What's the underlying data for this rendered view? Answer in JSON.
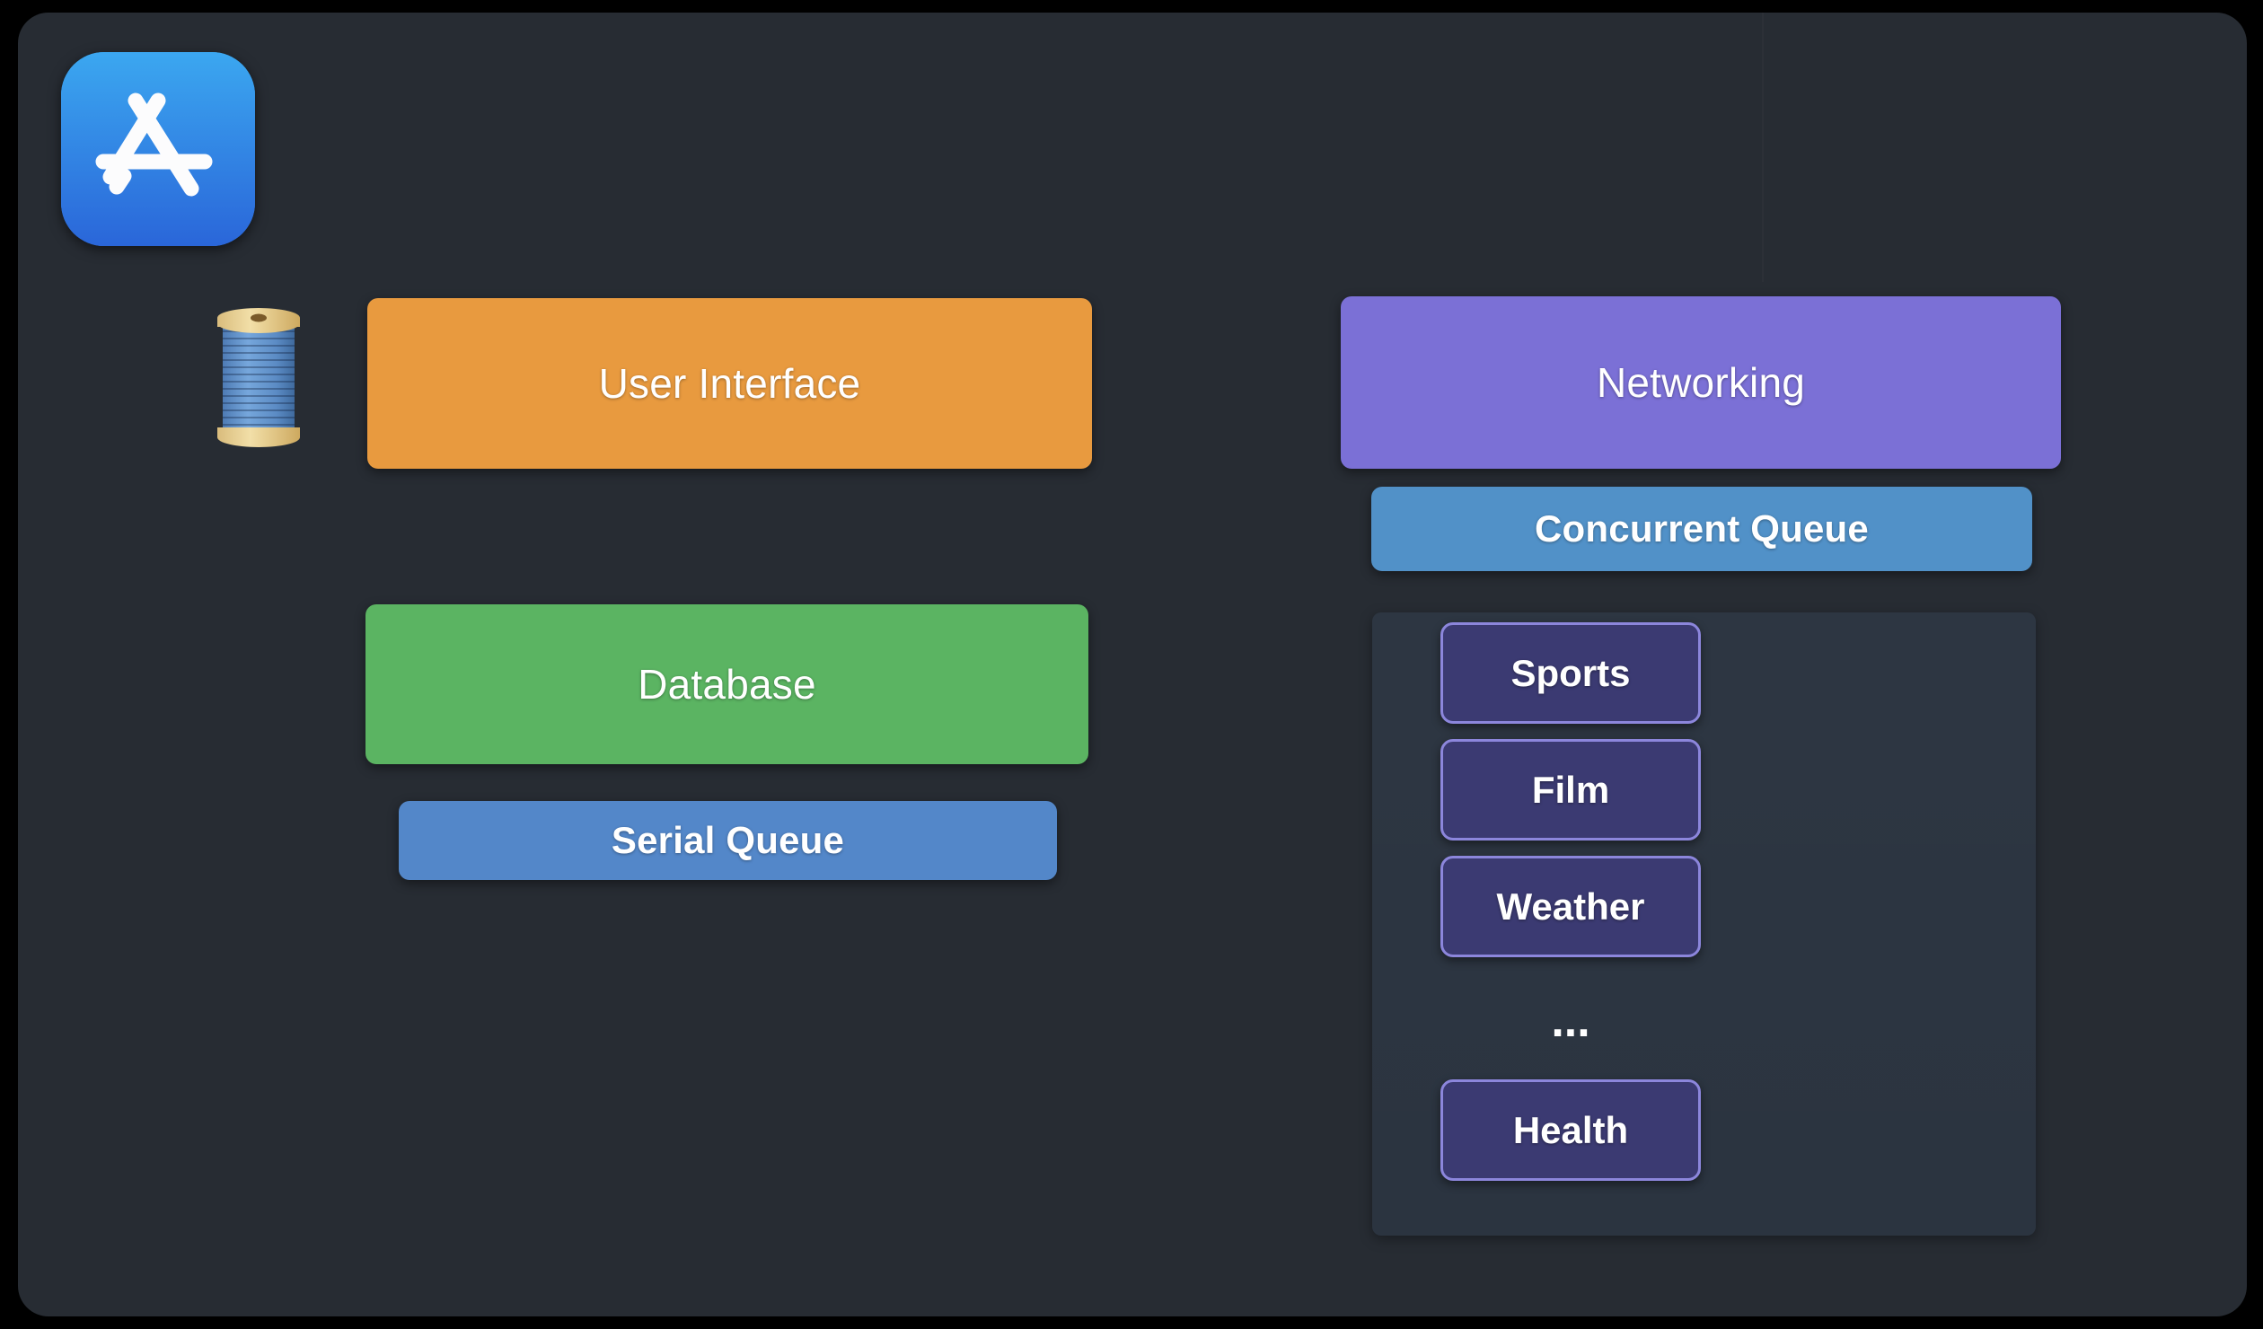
{
  "app": {
    "icon_name": "app-store-icon"
  },
  "legend": {
    "thread_icon_name": "thread-spool-emoji"
  },
  "colors": {
    "canvas_background": "#272C33",
    "outer_frame": "#000000",
    "user_interface": "#E89A3F",
    "database": "#5BB462",
    "serial_queue": "#5387C9",
    "networking": "#7B70D6",
    "concurrent_queue": "#5191C8",
    "task_panel": "#2B3440",
    "task_chip_fill": "#3B3A72",
    "task_chip_border": "#8C86DC",
    "text": "#FFFFFF"
  },
  "left_column": {
    "components": [
      {
        "label": "User Interface",
        "color": "#E89A3F"
      },
      {
        "label": "Database",
        "color": "#5BB462"
      }
    ],
    "queue": {
      "label": "Serial Queue",
      "color": "#5387C9"
    }
  },
  "right_column": {
    "component": {
      "label": "Networking",
      "color": "#7B70D6"
    },
    "queue": {
      "label": "Concurrent Queue",
      "color": "#5191C8"
    },
    "tasks": [
      {
        "label": "Sports"
      },
      {
        "label": "Film"
      },
      {
        "label": "Weather"
      },
      {
        "label": "Health"
      }
    ],
    "tasks_ellipsis": "..."
  }
}
